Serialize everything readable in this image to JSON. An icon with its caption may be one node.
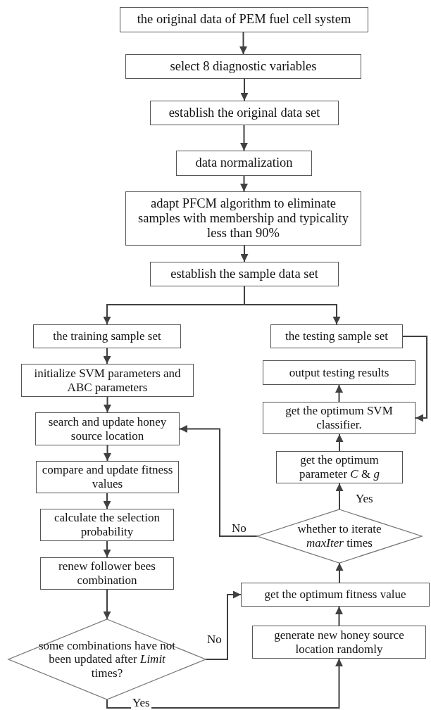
{
  "diagram": {
    "nodes": [
      {
        "text": [
          "the original data of PEM fuel cell system"
        ]
      },
      {
        "text": [
          "select 8  diagnostic variables"
        ]
      },
      {
        "text": [
          "establish the original data set"
        ]
      },
      {
        "text": [
          "data normalization"
        ]
      },
      {
        "text": [
          "adapt PFCM algorithm to eliminate samples with membership and typicality less than 90%"
        ]
      },
      {
        "text": [
          "establish the sample data set"
        ]
      },
      {
        "text": [
          "the training sample set"
        ]
      },
      {
        "text": [
          "the testing sample set"
        ]
      },
      {
        "text": [
          "initialize SVM parameters and ABC parameters"
        ]
      },
      {
        "text": [
          "output testing results"
        ]
      },
      {
        "text": [
          "get the optimum SVM classifier."
        ]
      },
      {
        "text": [
          "search and update honey source location"
        ]
      },
      {
        "text": [
          "get the optimum parameter *C* & *g*"
        ]
      },
      {
        "text": [
          "compare and update fitness values"
        ]
      },
      {
        "text": [
          "calculate the selection probability"
        ]
      },
      {
        "text": [
          "whether to iterate *maxIter* times"
        ]
      },
      {
        "text": [
          "renew follower bees combination"
        ]
      },
      {
        "text": [
          "get the optimum fitness value"
        ]
      },
      {
        "text": [
          "generate new honey source location randomly"
        ]
      },
      {
        "text": [
          "some combinations have not been updated after *Limit* times?"
        ]
      }
    ],
    "edges": [
      {
        "from": 0,
        "to": 1,
        "arrow": "to"
      },
      {
        "from": 1,
        "to": 2,
        "arrow": "to"
      },
      {
        "from": 2,
        "to": 3,
        "arrow": "to"
      },
      {
        "from": 3,
        "to": 4,
        "arrow": "to"
      },
      {
        "from": 4,
        "to": 5,
        "arrow": "to"
      },
      {
        "from": 5,
        "to": 6,
        "arrow": "to"
      },
      {
        "from": 5,
        "to": 7,
        "arrow": "to"
      },
      {
        "from": 6,
        "to": 8,
        "arrow": "to"
      },
      {
        "from": 8,
        "to": 11,
        "arrow": "to"
      },
      {
        "from": 11,
        "to": 13,
        "arrow": "to"
      },
      {
        "from": 13,
        "to": 14,
        "arrow": "to"
      },
      {
        "from": 14,
        "to": 16,
        "arrow": "to"
      },
      {
        "from": 16,
        "to": 19,
        "arrow": "to"
      },
      {
        "from": 19,
        "to": 17,
        "arrow": "to",
        "label": "No"
      },
      {
        "from": 19,
        "to": 18,
        "arrow": "to",
        "label": "Yes"
      },
      {
        "from": 18,
        "to": 17,
        "arrow": "to"
      },
      {
        "from": 17,
        "to": 15,
        "arrow": "to"
      },
      {
        "from": 15,
        "to": 12,
        "arrow": "to",
        "label": "Yes"
      },
      {
        "from": 15,
        "to": 11,
        "arrow": "to",
        "label": "No"
      },
      {
        "from": 12,
        "to": 10,
        "arrow": "to"
      },
      {
        "from": 10,
        "to": 9,
        "arrow": "to"
      },
      {
        "from": 7,
        "to": 10,
        "arrow": "to"
      }
    ]
  }
}
